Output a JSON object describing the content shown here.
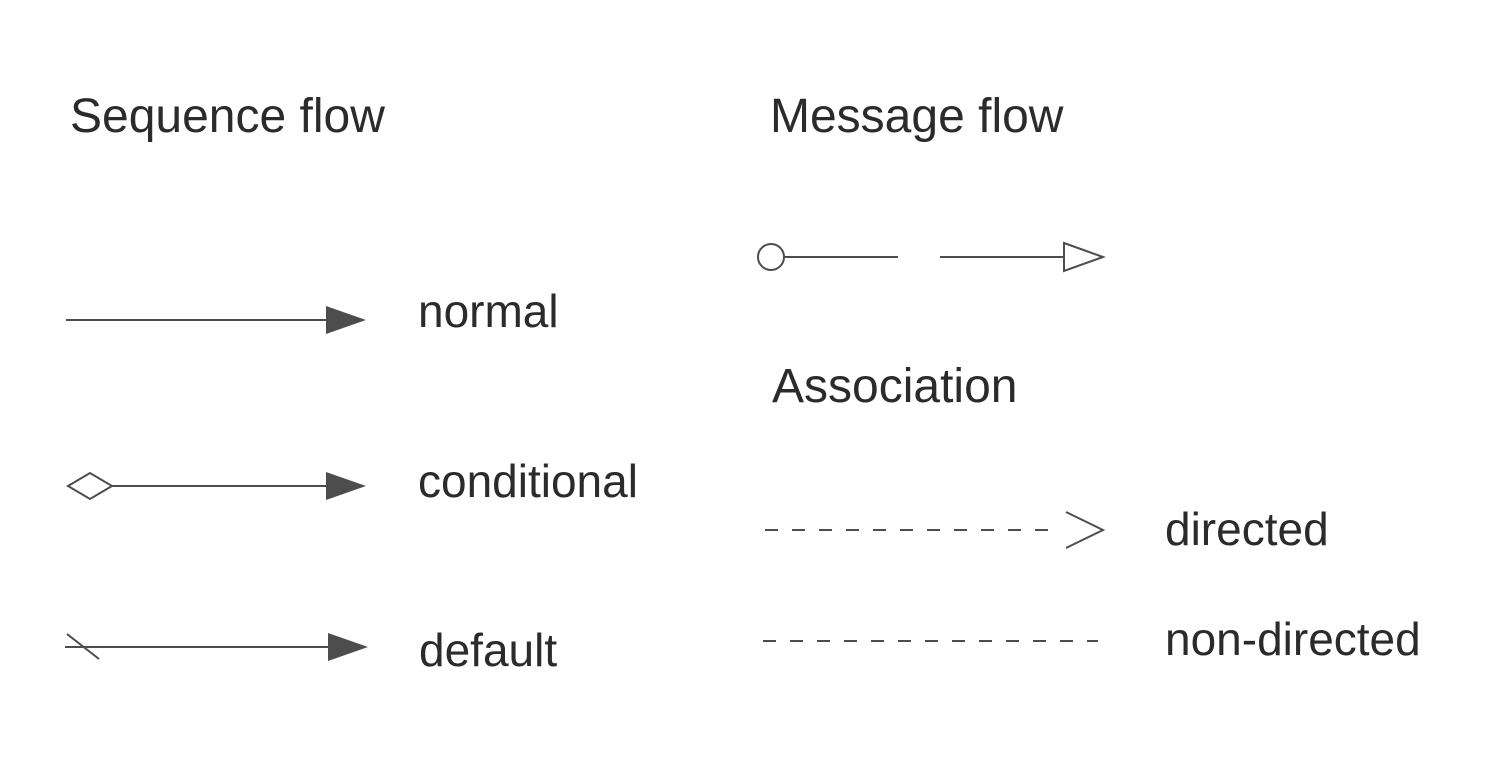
{
  "canvas": {
    "background": "#ffffff"
  },
  "colors": {
    "line": "#4d4d4d",
    "text": "#2b2b2b",
    "shape_fill": "#ffffff"
  },
  "sections": {
    "sequence_flow": {
      "title": "Sequence flow",
      "items": [
        {
          "label": "normal",
          "marker": "solid-line-filled-arrowhead"
        },
        {
          "label": "conditional",
          "marker": "open-diamond-solid-line-filled-arrowhead"
        },
        {
          "label": "default",
          "marker": "slash-solid-line-filled-arrowhead"
        }
      ]
    },
    "message_flow": {
      "title": "Message flow",
      "marker": "open-circle-dashed-line-open-arrowhead"
    },
    "association": {
      "title": "Association",
      "items": [
        {
          "label": "directed",
          "marker": "dashed-line-open-chevron-arrowhead"
        },
        {
          "label": "non-directed",
          "marker": "dashed-line"
        }
      ]
    }
  }
}
